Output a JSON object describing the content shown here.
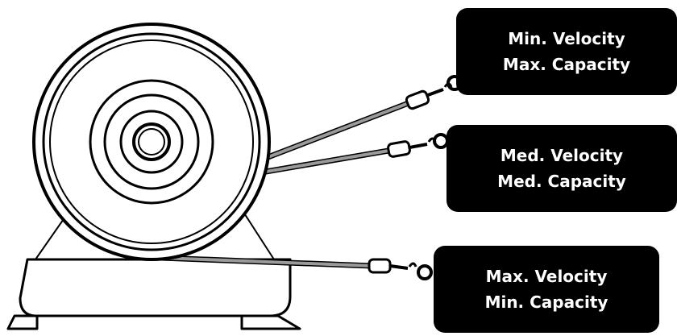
{
  "labels": {
    "top": {
      "line1": "Min. Velocity",
      "line2": "Max. Capacity"
    },
    "middle": {
      "line1": "Med. Velocity",
      "line2": "Med. Capacity"
    },
    "bottom": {
      "line1": "Max. Velocity",
      "line2": "Min. Capacity"
    }
  },
  "colors": {
    "background": "#ffffff",
    "ink": "#000000",
    "cable": "#8a8a8a",
    "label_text": "#ffffff"
  },
  "icons": [
    "spool",
    "base-stand",
    "cable",
    "hook"
  ]
}
